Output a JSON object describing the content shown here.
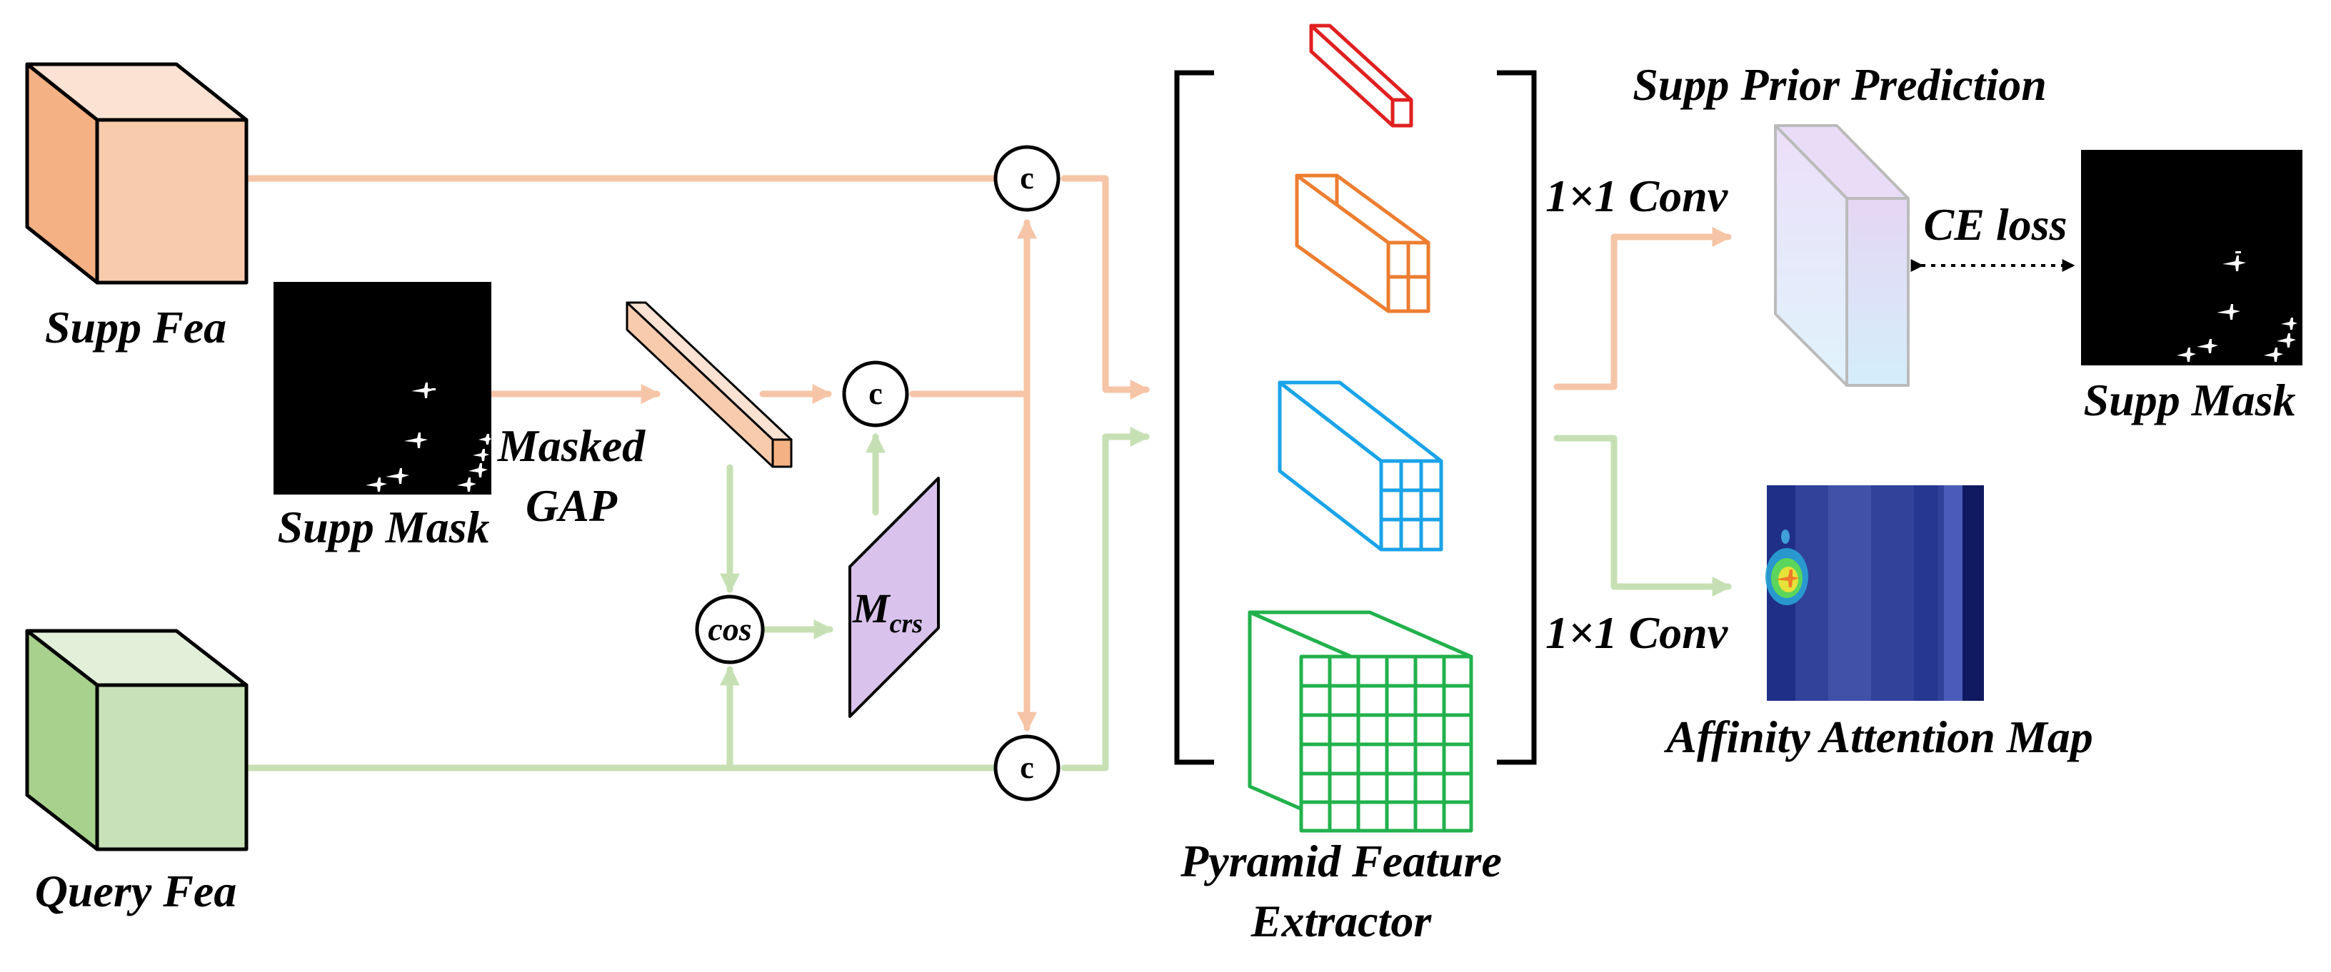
{
  "labels": {
    "supp_fea": "Supp Fea",
    "query_fea": "Query Fea",
    "supp_mask": "Supp Mask",
    "masked": "Masked",
    "gap": "GAP",
    "cos": "cos",
    "m_main": "M",
    "m_sub": "crs",
    "concat": "c",
    "pyramid_line1": "Pyramid Feature",
    "pyramid_line2": "Extractor",
    "conv_top": "1×1 Conv",
    "conv_bottom": "1×1 Conv",
    "supp_prior": "Supp Prior Prediction",
    "ce_loss": "CE loss",
    "supp_mask_right": "Supp Mask",
    "affinity": "Affinity Attention Map"
  },
  "colors": {
    "orange_line": "#f6c4a6",
    "green_line": "#c6e0b4",
    "supp_cube_front": "#f8cbad",
    "supp_cube_side": "#f4b183",
    "supp_cube_top": "#fbe2d2",
    "query_cube_front": "#c9e1b8",
    "query_cube_side": "#a9d18e",
    "query_cube_top": "#e2efd9",
    "gap_bar": "#f8cbad",
    "m_crs": "#d9c2ec",
    "red": "#e02020",
    "orange": "#ed7d31",
    "blue": "#1aa3e8",
    "green": "#22b14c",
    "prior_purple": "#e3d7f3",
    "prior_blue": "#d6eefb"
  }
}
